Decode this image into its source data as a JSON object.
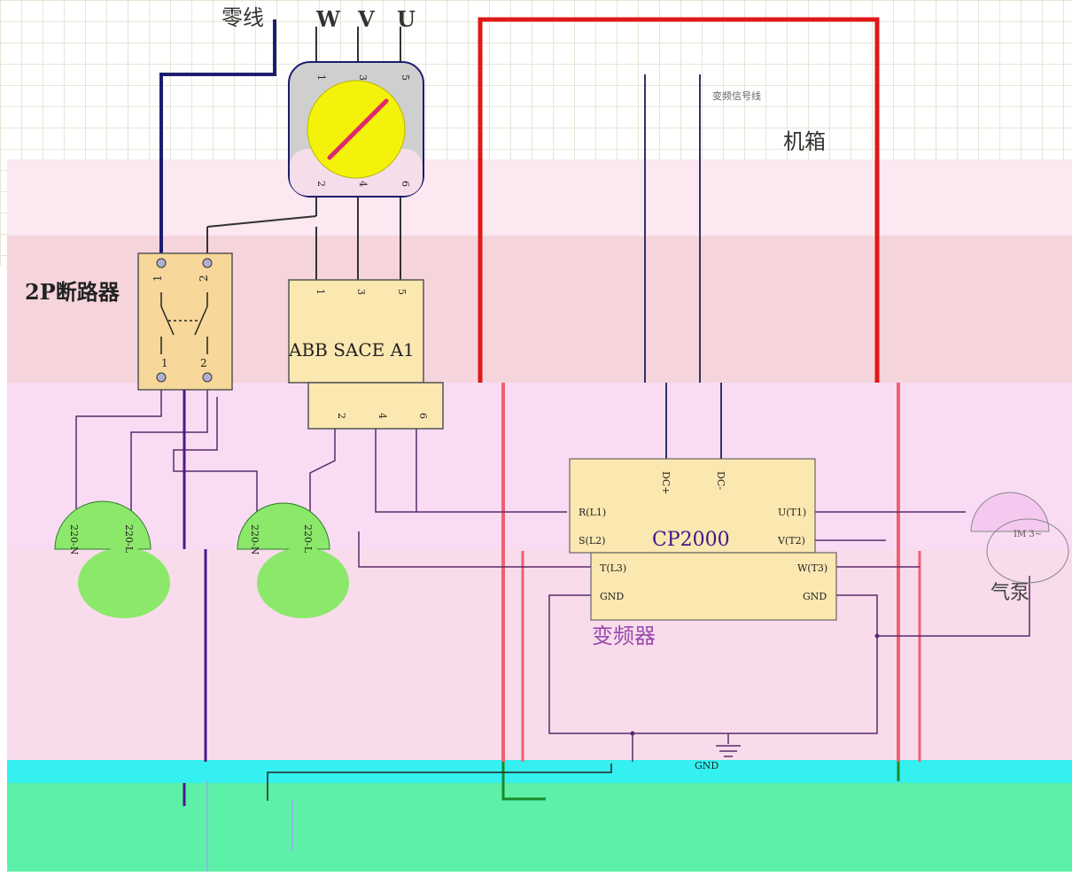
{
  "labels": {
    "neutral": "零线",
    "phase_w": "W",
    "phase_v": "V",
    "phase_u": "U",
    "breaker_title": "2P断路器",
    "breaker_pins": [
      "1",
      "2",
      "1",
      "2"
    ],
    "rotary_pins": [
      "1",
      "3",
      "5",
      "2",
      "4",
      "6"
    ],
    "abb_title": "ABB SACE A1",
    "abb_pins": [
      "1",
      "3",
      "5",
      "2",
      "4",
      "6"
    ],
    "signal_line": "变频信号线",
    "chassis": "机箱",
    "dc_plus": "DC+",
    "dc_minus": "DC-",
    "vfd_model": "CP2000",
    "vfd_title": "变频器",
    "vfd_left_pins": [
      "R(L1)",
      "S(L2)",
      "T(L3)",
      "GND"
    ],
    "vfd_right_pins": [
      "U(T1)",
      "V(T2)",
      "W(T3)",
      "GND"
    ],
    "pump": "气泵",
    "pump_tag": "IM 3~",
    "motor_a_pins": [
      "220-N",
      "220-L"
    ],
    "motor_b_pins": [
      "220-N",
      "220-L"
    ],
    "ground": "GND"
  },
  "colors": {
    "pink_band": "#f7dff3",
    "rose_band": "#f6d5dc",
    "cyan_band": "#35f0f0",
    "green_band": "#5cf0a8",
    "wire_dark": "#1c1c70",
    "wire_red": "#e01818",
    "wire_pink": "#f06070",
    "component_fill": "#fbe7b0",
    "breaker_fill": "#f7d79a",
    "knob_yellow": "#f4f20a",
    "motor_green": "#8ce86a",
    "wire_purple": "#7a2a9a"
  }
}
